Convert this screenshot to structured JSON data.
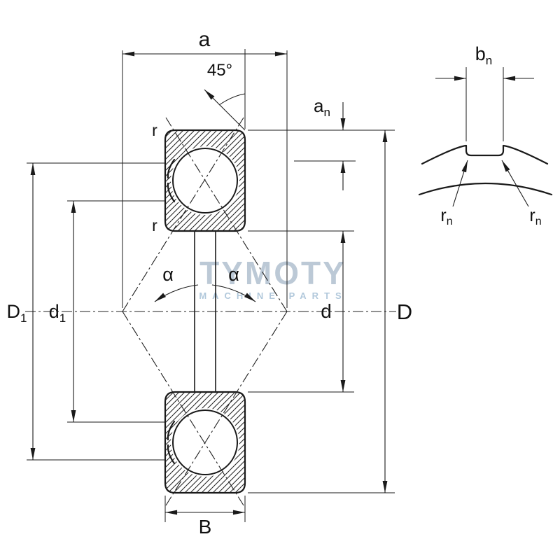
{
  "colors": {
    "ink": "#1a1a1a",
    "watermark_title": "#b5c4d2",
    "watermark_subtitle": "#a9c3d8"
  },
  "watermark": {
    "title": "TYMOTY",
    "subtitle": "MACHINE PARTS"
  },
  "labels": {
    "a": "a",
    "angle45": "45°",
    "an": {
      "main": "a",
      "sub": "n"
    },
    "bn": {
      "main": "b",
      "sub": "n"
    },
    "r_top": "r",
    "r_bottom": "r",
    "rn_left": {
      "main": "r",
      "sub": "n"
    },
    "rn_right": {
      "main": "r",
      "sub": "n"
    },
    "alpha_left": "α",
    "alpha_right": "α",
    "D1": {
      "main": "D",
      "sub": "1"
    },
    "d1": {
      "main": "d",
      "sub": "1"
    },
    "d": "d",
    "D": "D",
    "B": "B"
  }
}
